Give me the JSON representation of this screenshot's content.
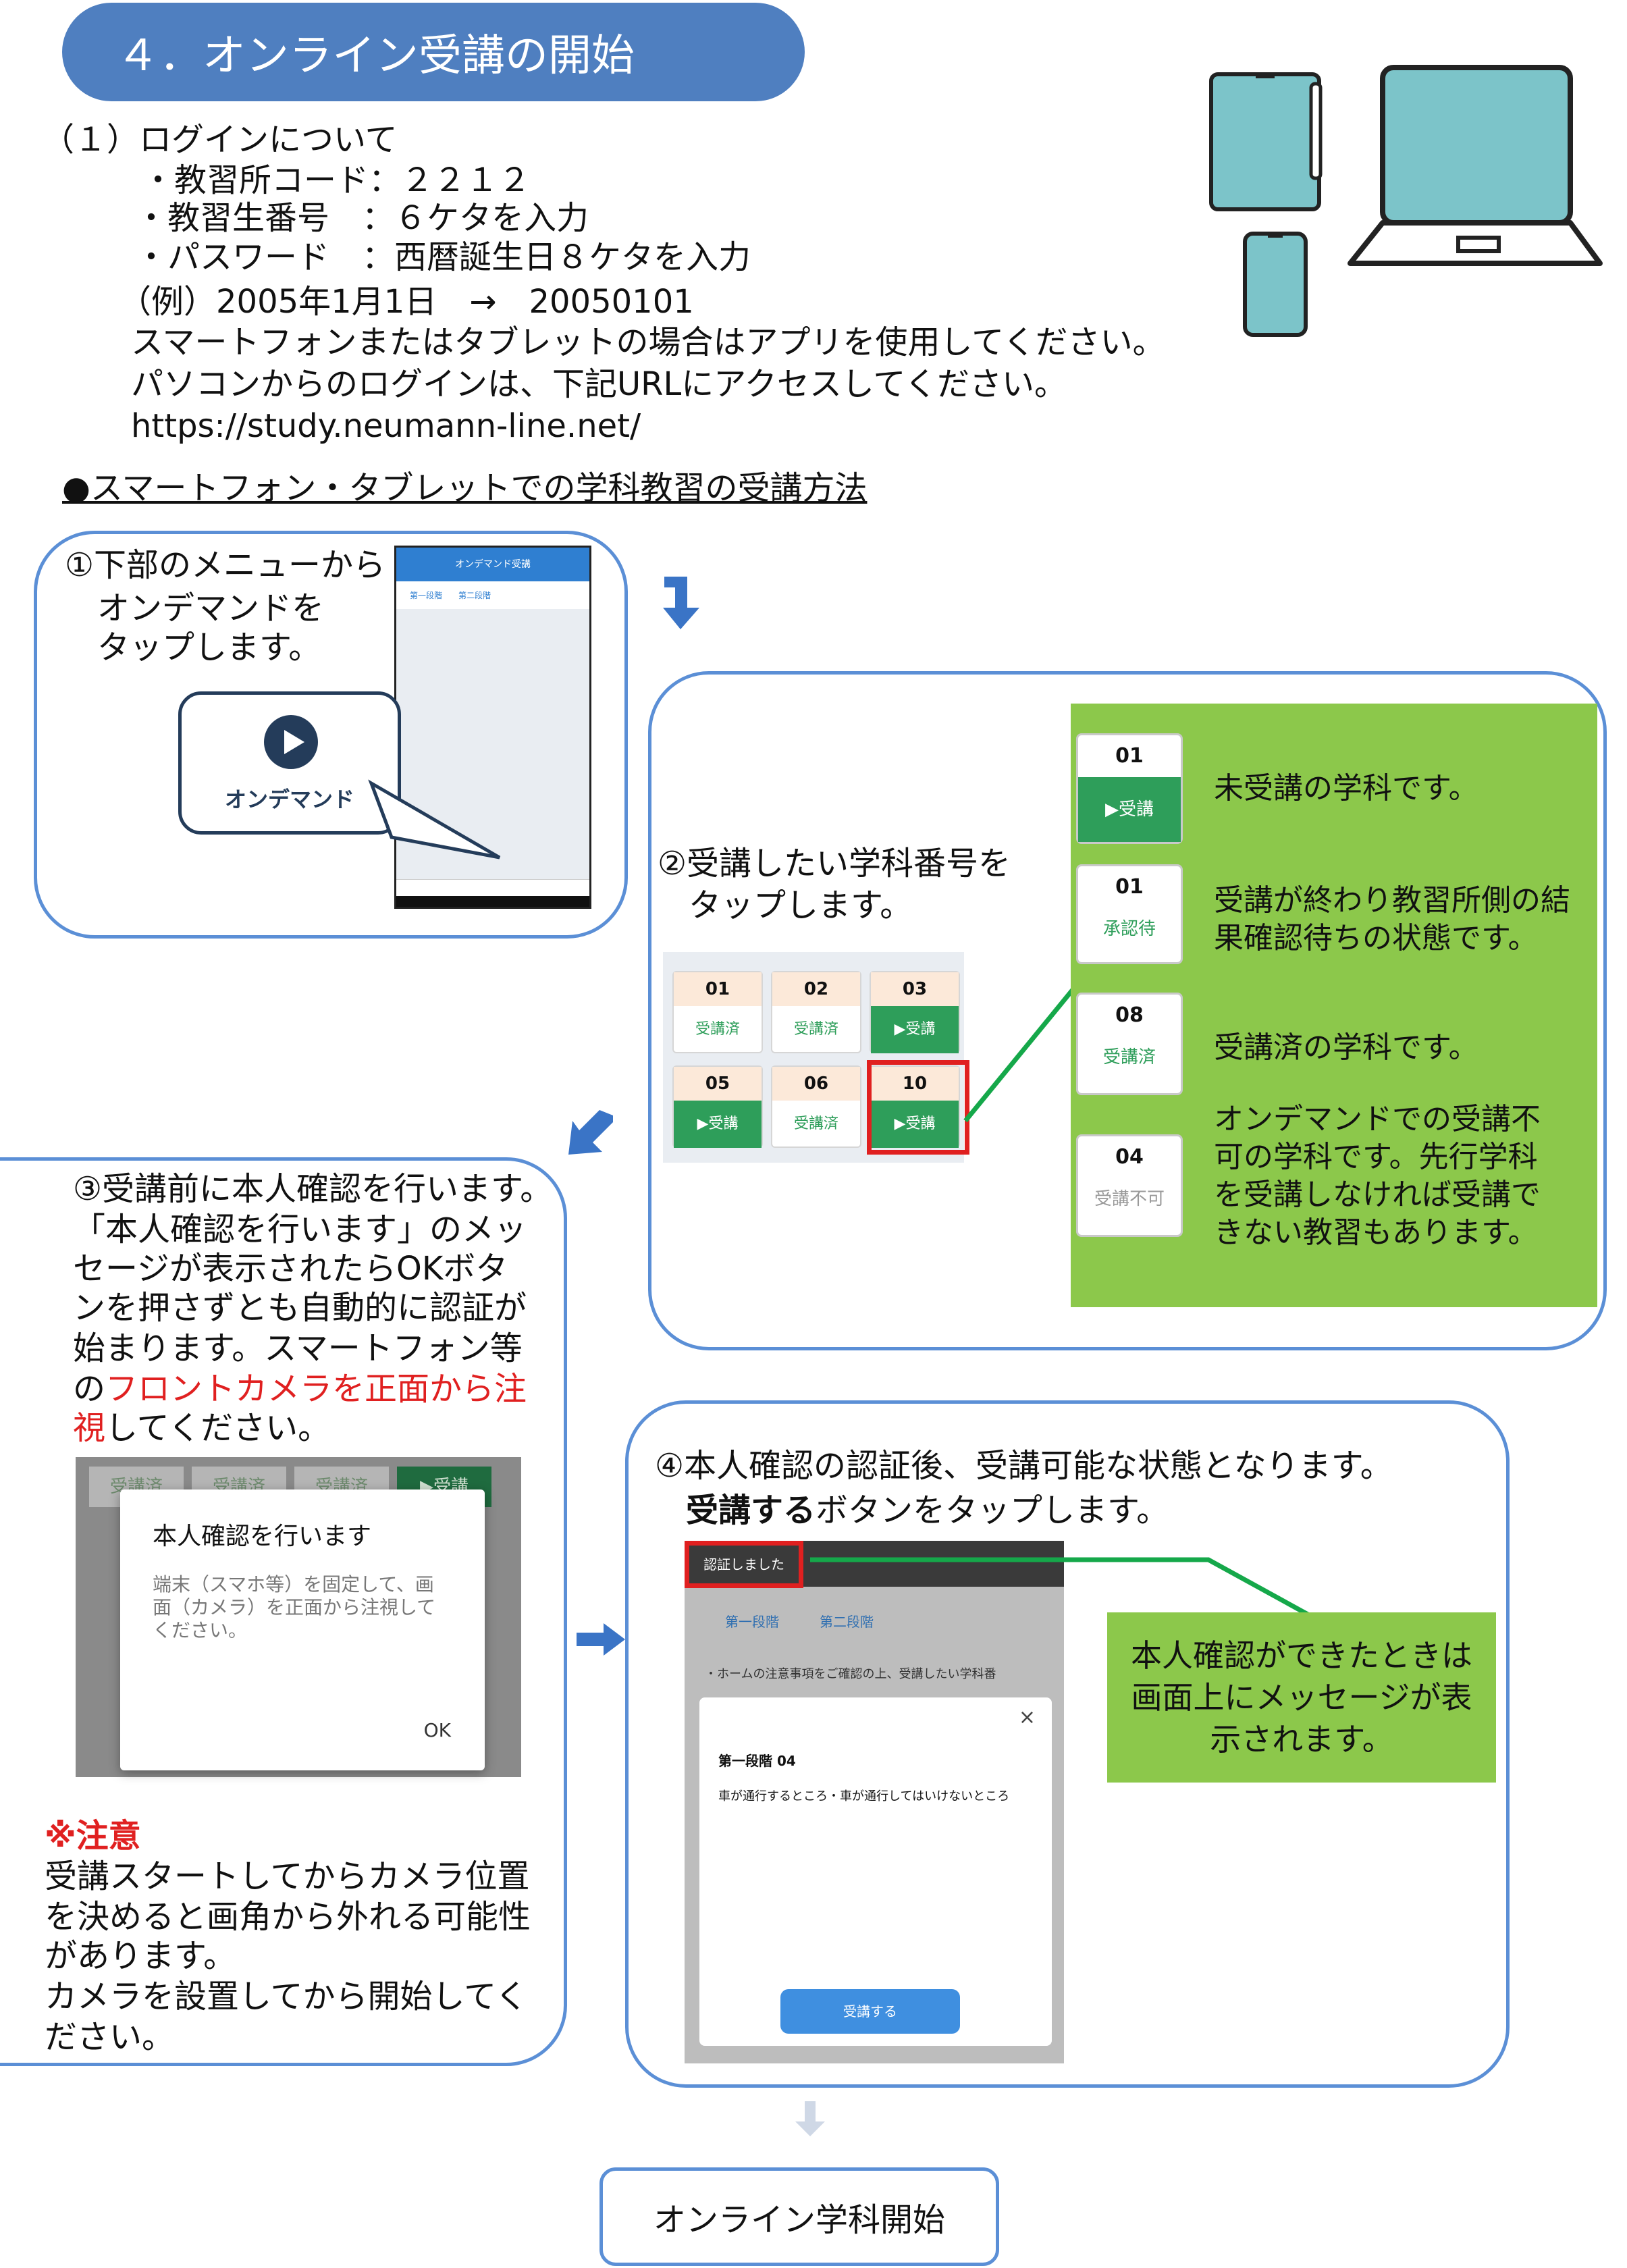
{
  "header": {
    "title": "４．オンライン受講の開始"
  },
  "login": {
    "heading": "（１）ログインについて",
    "school_code": "・教習所コード：２２１２",
    "student_no": "・教習生番号　：６ケタを入力",
    "password": "・パスワード　：西暦誕生日８ケタを入力",
    "example": "（例）2005年1月1日　→　20050101",
    "line_app": "スマートフォンまたはタブレットの場合はアプリを使用してください。",
    "line_pc": "パソコンからのログインは、下記URLにアクセスしてください。",
    "url": "https://study.neumann-line.net/"
  },
  "section_title": "●スマートフォン・タブレットでの学科教習の受講方法",
  "step1": {
    "text_1": "①下部のメニューから",
    "text_2": "オンデマンドを",
    "text_3": "タップします。",
    "bubble_label": "オンデマンド",
    "phone_title": "オンデマンド受講",
    "phone_tab1": "第一段階",
    "phone_tab2": "第二段階"
  },
  "step2": {
    "text_1": "②受講したい学科番号を",
    "text_2": "タップします。",
    "tiles": [
      {
        "num": "01",
        "label": "受講済"
      },
      {
        "num": "02",
        "label": "受講済"
      },
      {
        "num": "03",
        "label": "▶受講"
      },
      {
        "num": "05",
        "label": "▶受講"
      },
      {
        "num": "06",
        "label": "受講済"
      },
      {
        "num": "10",
        "label": "▶受講"
      }
    ],
    "legend": [
      {
        "num": "01",
        "label": "▶受講",
        "text": "未受講の学科です。"
      },
      {
        "num": "01",
        "label": "承認待",
        "text": "受講が終わり教習所側の結果確認待ちの状態です。"
      },
      {
        "num": "08",
        "label": "受講済",
        "text": "受講済の学科です。"
      },
      {
        "num": "04",
        "label": "受講不可",
        "text": "オンデマンドでの受講不可の学科です。先行学科を受講しなければ受講できない教習もあります。"
      }
    ]
  },
  "step3": {
    "line1": "③受講前に本人確認を行います。",
    "line2": "「本人確認を行います」のメッ",
    "line3": "セージが表示されたらOKボタ",
    "line4": "ンを押さずとも自動的に認証が",
    "line5": "始まります。スマートフォン等",
    "line6_a": "の",
    "line6_b": "フロントカメラを正面から注",
    "line7_a": "視",
    "line7_b": "してください。",
    "dialog_title": "本人確認を行います",
    "dialog_body": "端末（スマホ等）を固定して、画面（カメラ）を正面から注視してください。",
    "dialog_ok": "OK",
    "bg_tiles": [
      "受講済",
      "受講済",
      "受講済",
      "▶受講"
    ],
    "caution_title": "※注意",
    "caution_1": "受講スタートしてからカメラ位置",
    "caution_2": "を決めると画角から外れる可能性",
    "caution_3": "があります。",
    "caution_4": "カメラを設置してから開始してく",
    "caution_5": "ださい。"
  },
  "step4": {
    "line1": "④本人確認の認証後、受講可能な状態となります。",
    "line2_a": "受講する",
    "line2_b": "ボタンをタップします。",
    "toast": "認証しました",
    "tab1": "第一段階",
    "tab2": "第二段階",
    "notice": "・ホームの注意事項をご確認の上、受講したい学科番",
    "modal_title": "第一段階 04",
    "modal_body": "車が通行するところ・車が通行してはいけないところ",
    "modal_close": "×",
    "button": "受講する",
    "note": "本人確認ができたときは画面上にメッセージが表示されます。"
  },
  "final": {
    "label": "オンライン学科開始"
  },
  "colors": {
    "header": "#4f7fc0",
    "panel_border": "#5b8fd6",
    "green": "#8cc84b",
    "accent_green": "#2e9e5a",
    "highlight": "#e02020"
  }
}
